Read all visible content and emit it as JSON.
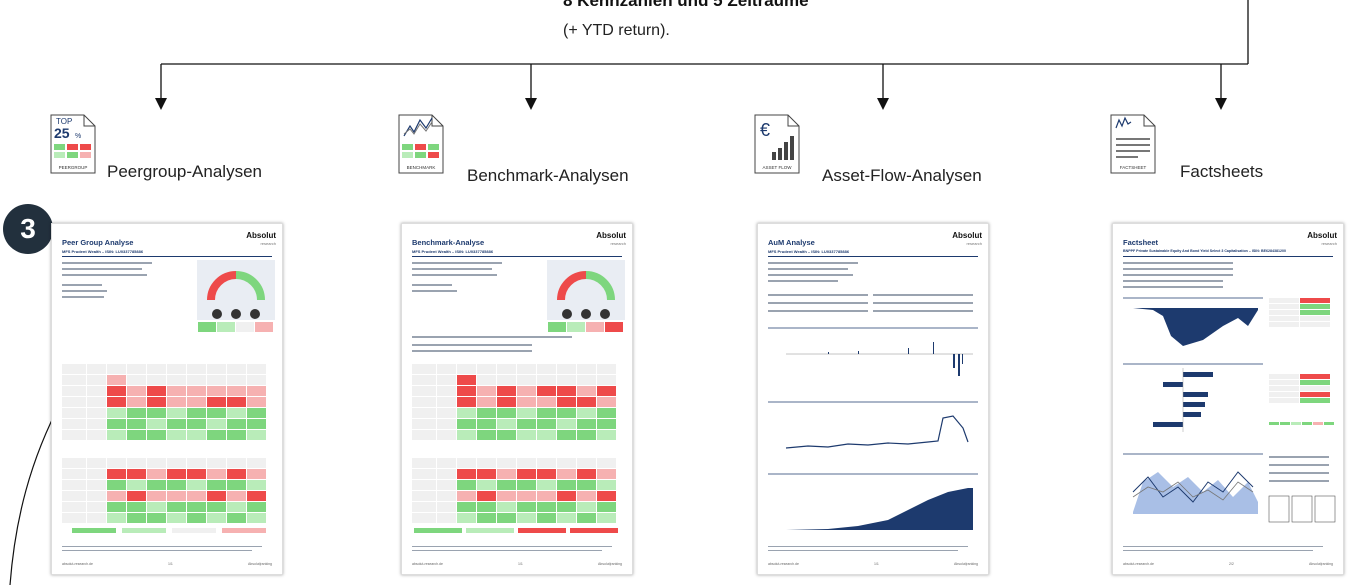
{
  "header": {
    "bold_text": "8 Kennzahlen und 5 Zeiträume",
    "sub_text": "(+ YTD return)."
  },
  "badge": {
    "number": "3"
  },
  "sections": [
    {
      "label": "Peergroup-Analysen",
      "icon": "peergroup-icon",
      "icon_text_top": "TOP",
      "icon_text_big": "25",
      "icon_text_pct": "%",
      "icon_caption": "PEERGROUP"
    },
    {
      "label": "Benchmark-Analysen",
      "icon": "benchmark-icon",
      "icon_caption": "BENCHMARK"
    },
    {
      "label": "Asset-Flow-Analysen",
      "icon": "asset-flow-icon",
      "icon_caption": "ASSET FLOW"
    },
    {
      "label": "Factsheets",
      "icon": "factsheet-icon",
      "icon_caption": "FACTSHEET"
    }
  ],
  "pages": [
    {
      "title": "Peer Group Analyse",
      "subtitle": "MFS Prudent Wealth – ISIN: LU0337785886",
      "logo": "Absolut",
      "logo_sub": "research",
      "footer_left": "absolut-research.de",
      "footer_mid": "1/1",
      "footer_right": "Absolut|ranking"
    },
    {
      "title": "Benchmark-Analyse",
      "subtitle": "MFS Prudent Wealth – ISIN: LU0337785886",
      "logo": "Absolut",
      "logo_sub": "research",
      "footer_left": "absolut-research.de",
      "footer_mid": "1/1",
      "footer_right": "Absolut|ranking"
    },
    {
      "title": "AuM Analyse",
      "subtitle": "MFS Prudent Wealth – ISIN: LU0337785886",
      "logo": "Absolut",
      "logo_sub": "research",
      "footer_left": "absolut-research.de",
      "footer_mid": "1/1",
      "footer_right": "Absolut|ranking"
    },
    {
      "title": "Factsheet",
      "subtitle": "BNPPF Private Sustainable Equity And Bond Yield Select 3 Capitalisation – ISIN: BE6284381200",
      "logo": "Absolut",
      "logo_sub": "research",
      "footer_left": "absolut-research.de",
      "footer_mid": "2/2",
      "footer_right": "Absolut|ranking"
    }
  ],
  "colors": {
    "navy": "#1d3a6e",
    "green": "#7ed67e",
    "red": "#ee4a4a",
    "badge": "#22303d"
  }
}
